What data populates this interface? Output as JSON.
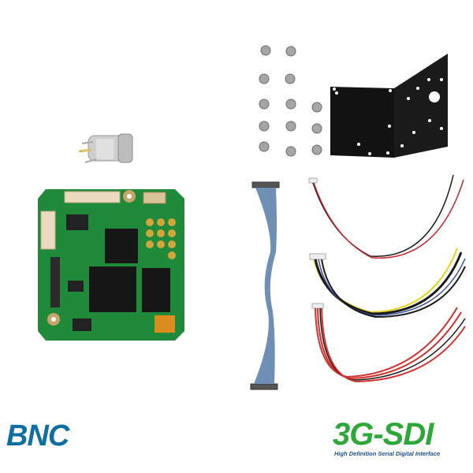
{
  "scene": {
    "background": "#ffffff",
    "description": "Product kit photo: camera PCB board with BNC connector, mounting nuts, black L-bracket, flat ribbon cable and three wire harnesses"
  },
  "labels": {
    "bnc": {
      "text": "BNC",
      "color": "#0f6fa3"
    },
    "sdi": {
      "text": "3G-SDI",
      "color": "#2fa83a"
    },
    "sdi_subtitle": {
      "text": "High Definition Serial Digital Interface",
      "color": "#1e4f8c"
    }
  },
  "items": [
    {
      "name": "bnc-connector",
      "color": "#c8c8c8"
    },
    {
      "name": "pcb-board",
      "color": "#1f8a3a"
    },
    {
      "name": "hex-nuts",
      "count": 13,
      "color": "#9a9a9a"
    },
    {
      "name": "mounting-bracket",
      "color": "#111111"
    },
    {
      "name": "ribbon-cable",
      "color": "#6f8fb5"
    },
    {
      "name": "harness-2pin",
      "colors": [
        "#c4262e",
        "#1a1a1a"
      ]
    },
    {
      "name": "harness-multicolor",
      "colors": [
        "#1a1a1a",
        "#e6d21f",
        "#3a4f9c",
        "#ffffff"
      ]
    },
    {
      "name": "harness-red",
      "colors": [
        "#d2302c",
        "#1a1a1a"
      ]
    }
  ]
}
